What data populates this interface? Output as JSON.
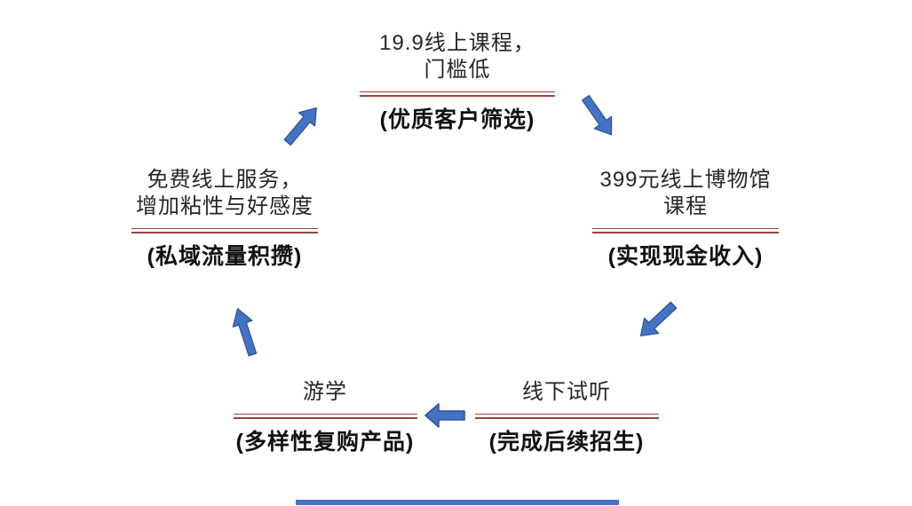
{
  "diagram": {
    "type": "circular-flow",
    "nodes": {
      "top": {
        "title": "19.9线上课程，\n门槛低",
        "label": "(优质客户筛选)"
      },
      "right": {
        "title": "399元线上博物馆\n课程",
        "label": "(实现现金收入)"
      },
      "bottom_right": {
        "title": "线下试听",
        "label": "(完成后续招生)"
      },
      "bottom_left": {
        "title": "游学",
        "label": "(多样性复购产品)"
      },
      "left": {
        "title": "免费线上服务，\n增加粘性与好感度",
        "label": "(私域流量积攒)"
      }
    },
    "arrows": [
      {
        "name": "left-to-top",
        "direction": "northeast"
      },
      {
        "name": "top-to-right",
        "direction": "southeast"
      },
      {
        "name": "right-to-bottom-right",
        "direction": "southwest"
      },
      {
        "name": "bottom-right-to-bottom-left",
        "direction": "west"
      },
      {
        "name": "bottom-left-to-left",
        "direction": "north"
      }
    ]
  },
  "colors": {
    "arrow_fill": "#4472C4",
    "arrow_stroke": "#2E5597",
    "underline_red": "#9C423E",
    "title_text": "#262626",
    "label_text": "#111111",
    "background": "#FFFFFF"
  }
}
